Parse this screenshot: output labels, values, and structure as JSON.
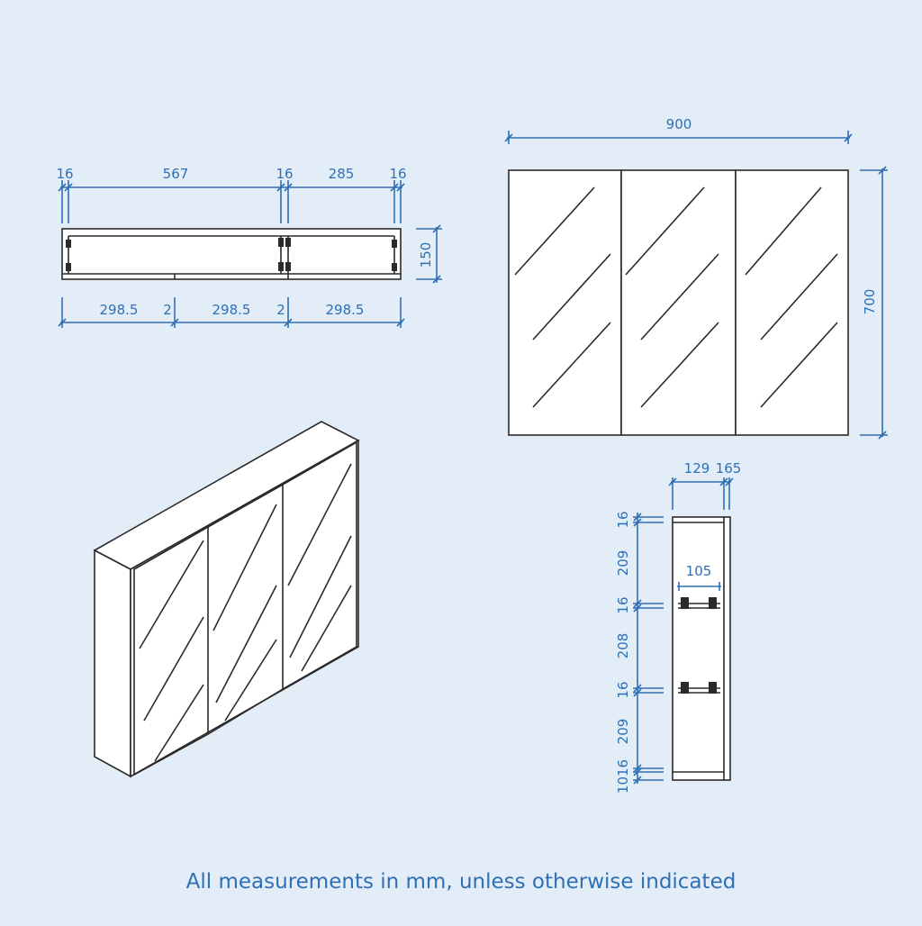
{
  "top_view": {
    "top_dims": [
      "16",
      "567",
      "16",
      "285",
      "16"
    ],
    "bottom_dims": [
      "298.5",
      "2",
      "298.5",
      "2",
      "298.5"
    ],
    "depth": "150"
  },
  "front_view": {
    "width": "900",
    "height": "700"
  },
  "side_view": {
    "top_dims": [
      "129",
      "165"
    ],
    "shelf_depth": "105",
    "left_dims": [
      "16",
      "209",
      "16",
      "208",
      "16",
      "209",
      "1016"
    ]
  },
  "footer": "All measurements in mm, unless otherwise indicated",
  "colors": {
    "dimension": "#2f6fb4",
    "background": "#e3edf8",
    "outline": "#2a2a2a"
  }
}
